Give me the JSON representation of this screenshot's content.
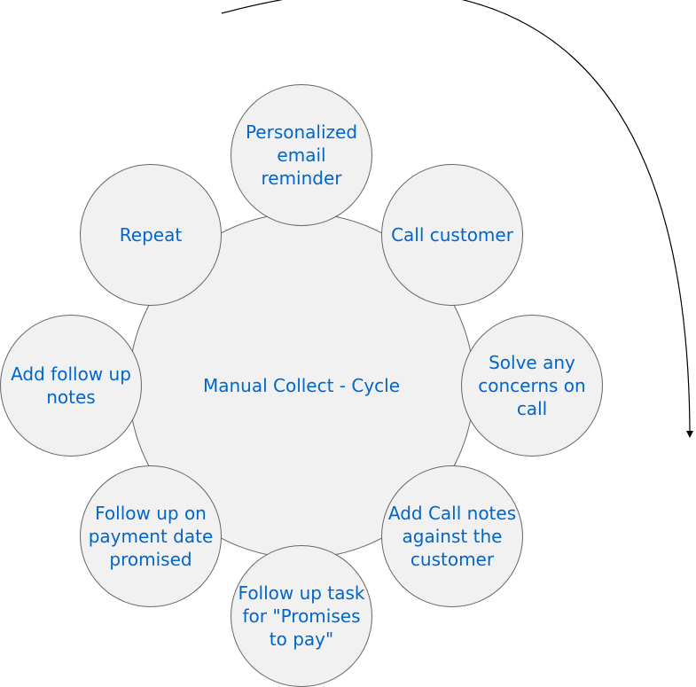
{
  "diagram": {
    "center": "Manual Collect - Cycle",
    "steps": [
      "Personalized email reminder",
      "Call customer",
      "Solve any concerns on call",
      "Add Call notes against the customer",
      "Follow up task for \"Promises to pay\"",
      "Follow up on payment date promised",
      "Add follow up notes",
      "Repeat"
    ]
  },
  "colors": {
    "text": "#0066cc",
    "fill": "#f1f1f1",
    "stroke": "#666666"
  }
}
